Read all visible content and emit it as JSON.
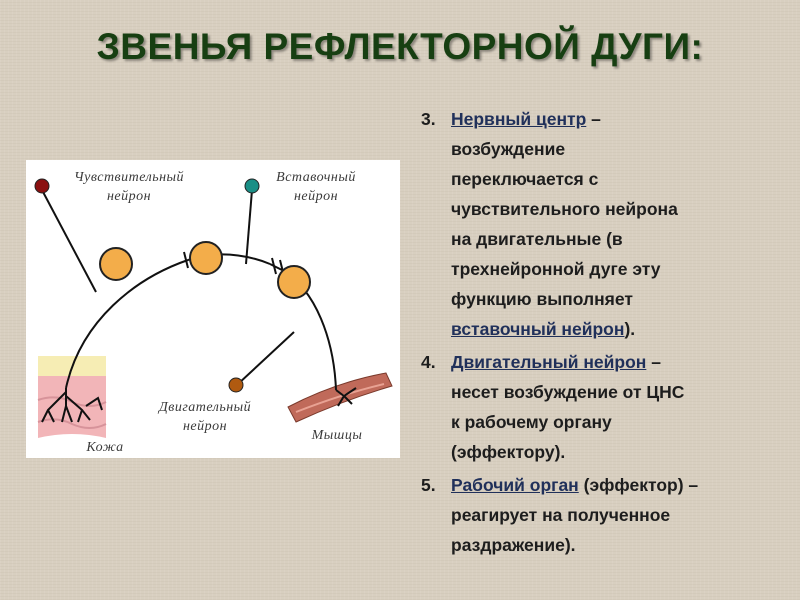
{
  "title": "ЗВЕНЬЯ РЕФЛЕКТОРНОЙ ДУГИ:",
  "diagram": {
    "label_sensory": [
      "Чувствительный",
      "нейрон"
    ],
    "label_interneuron": [
      "Вставочный",
      "нейрон"
    ],
    "label_motor": [
      "Двигательный",
      "нейрон"
    ],
    "label_skin": "Кожа",
    "label_muscle": "Мышцы",
    "colors": {
      "neuron_body": "#f3ad4a",
      "skin": "#f2b5b8",
      "muscle": "#c06a5a"
    }
  },
  "items": [
    {
      "num": "3.",
      "term": "Нервный центр",
      "lines": [
        " –",
        "возбуждение",
        "переключается с",
        "чувствительного нейрона",
        "на двигательные (в",
        "трехнейронной дуге эту",
        "функцию выполняет"
      ],
      "tail_link": "вставочный нейрон",
      "tail_end": ")."
    },
    {
      "num": "4.",
      "term": "Двигательный нейрон",
      "lines": [
        " –",
        "несет возбуждение от ЦНС",
        "к рабочему органу",
        "(эффектору)."
      ]
    },
    {
      "num": "5.",
      "term": "Рабочий орган",
      "lines": [
        " (эффектор) –",
        "реагирует на полученное",
        "раздражение)."
      ]
    }
  ]
}
